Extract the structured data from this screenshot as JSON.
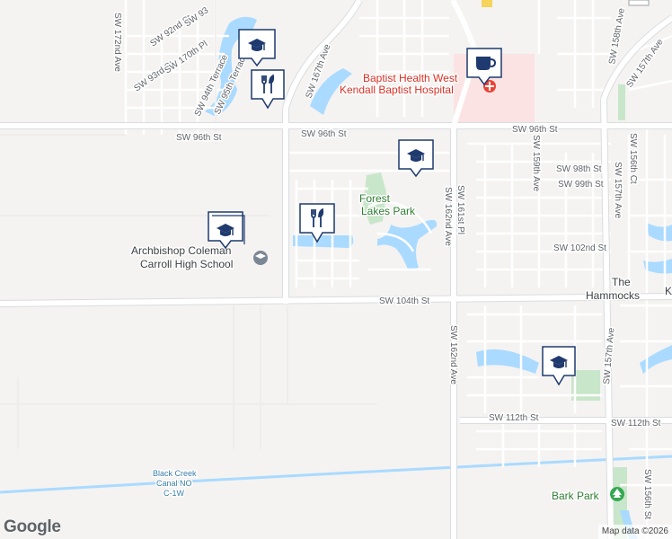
{
  "map": {
    "streets": {
      "sw_167th_ave": "SW 167th Ave",
      "sw_96th_st_west": "SW 96th St",
      "sw_96th_st_east": "SW 96th St",
      "sw_104th_st": "SW 104th St",
      "sw_162nd_ave": "SW 162nd Ave",
      "sw_161st_pl": "SW 161st Pl",
      "sw_159th_ave": "SW 159th Ave",
      "sw_98th_st": "SW 98th St",
      "sw_99th_st": "SW 99th St",
      "sw_102nd_st": "SW 102nd St",
      "sw_157th_ave_top": "SW 157th Ave",
      "sw_157th_ave_right": "SW 157th Ave",
      "sw_157th_ave_south": "SW 157th Ave",
      "sw_156th_ct": "SW 156th Ct",
      "sw_156th_st": "SW 156th St",
      "sw_158th_ave": "SW 158th Ave",
      "sw_112th_st_west": "SW 112th St",
      "sw_112th_st_east": "SW 112th St",
      "sw_172nd_ave": "SW 172nd Ave",
      "sw_92nd_st": "SW 92nd St",
      "sw_93rd_st_a": "SW 93",
      "sw_93rd_st_b": "SW 93rd St",
      "sw_170th_pl": "SW 170th Pl",
      "sw_94th_terrace": "SW 94th Terrace",
      "sw_95th_terrace": "SW 95th Terrace"
    },
    "places": {
      "forest_lakes_park_1": "Forest",
      "forest_lakes_park_2": "Lakes Park",
      "hospital_1": "Baptist Health West",
      "hospital_2": "Kendall Baptist Hospital",
      "school_1": "Archbishop Coleman",
      "school_2": "Carroll High School",
      "hammocks": "The",
      "hammocks_2": "Hammocks",
      "edge_k": "K",
      "bark_park": "Bark Park",
      "canal_1": "Black Creek",
      "canal_2": "Canal NO",
      "canal_3": "C-1W"
    },
    "colors": {
      "background": "#f4f3f1",
      "road": "#ffffff",
      "arterial": "#dadce0",
      "water": "#aadaff",
      "park": "#c8e6c9",
      "hospital": "#fbe3e3",
      "marker_icon": "#1f3a6e"
    },
    "markers": [
      {
        "type": "school",
        "icon": "graduation-cap-icon"
      },
      {
        "type": "restaurant",
        "icon": "fork-knife-icon"
      },
      {
        "type": "cafe",
        "icon": "coffee-cup-icon"
      },
      {
        "type": "school",
        "icon": "graduation-cap-icon"
      },
      {
        "type": "restaurant",
        "icon": "fork-knife-icon"
      },
      {
        "type": "school",
        "icon": "graduation-cap-icon"
      },
      {
        "type": "school",
        "icon": "graduation-cap-icon"
      }
    ]
  },
  "footer": {
    "logo": "Google",
    "attribution": "Map data ©2026"
  }
}
